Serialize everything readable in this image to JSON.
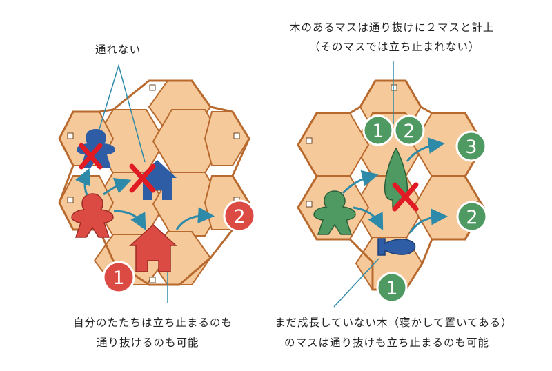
{
  "left_panel": {
    "label_top": "通れない",
    "caption_line1": "自分のたたちは立ち止まるのも",
    "caption_line2": "通り抜けるのも可能",
    "badge_start": "1",
    "badge_end": "2"
  },
  "right_panel": {
    "label_top_line1": "木のあるマスは通り抜けに２マスと計上",
    "label_top_line2": "（そのマスでは立ち止まれない）",
    "caption_line1": "まだ成長していない木（寝かして置いてある）",
    "caption_line2": "のマスは通り抜けも立ち止まるのも可能",
    "badge_tree_1": "1",
    "badge_tree_2": "2",
    "badge_top_right": "3",
    "badge_mid_right": "2",
    "badge_bottom": "1"
  },
  "colors": {
    "hex_fill": "#f6c99a",
    "hex_stroke": "#b8692e",
    "red_piece": "#dc4a44",
    "blue_piece": "#2e5da6",
    "green_piece": "#4f9a62",
    "arrow": "#2d8aa8",
    "cross": "#e11b24"
  }
}
